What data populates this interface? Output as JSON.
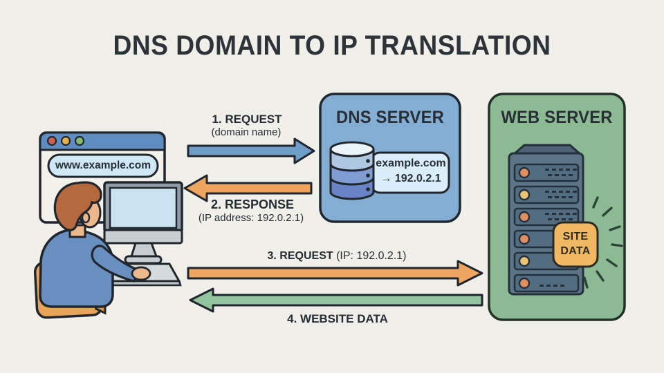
{
  "title": "DNS DOMAIN TO IP TRANSLATION",
  "client": {
    "browser_url": "www.example.com"
  },
  "dns_server": {
    "label": "DNS SERVER",
    "record_domain": "example.com",
    "record_ip": "→ 192.0.2.1"
  },
  "web_server": {
    "label": "WEB SERVER",
    "badge_line1": "SITE",
    "badge_line2": "DATA"
  },
  "arrows": {
    "step1": {
      "label": "1. REQUEST",
      "detail": "(domain name)",
      "direction": "right"
    },
    "step2": {
      "label": "2. RESPONSE",
      "detail": "(IP address: 192.0.2.1)",
      "direction": "left"
    },
    "step3": {
      "label": "3. REQUEST",
      "detail": "(IP: 192.0.2.1)",
      "direction": "right"
    },
    "step4": {
      "label": "4. WEBSITE DATA",
      "direction": "left"
    }
  },
  "colors": {
    "background": "#f1efe9",
    "text": "#2a3037",
    "arrow_blue": "#6f9dc9",
    "arrow_orange": "#eda55f",
    "arrow_green": "#92c49e",
    "dns_box": "#83add3",
    "web_box": "#8cbb93",
    "badge_orange": "#f1b863",
    "browser_bar": "#5f8dc2"
  }
}
